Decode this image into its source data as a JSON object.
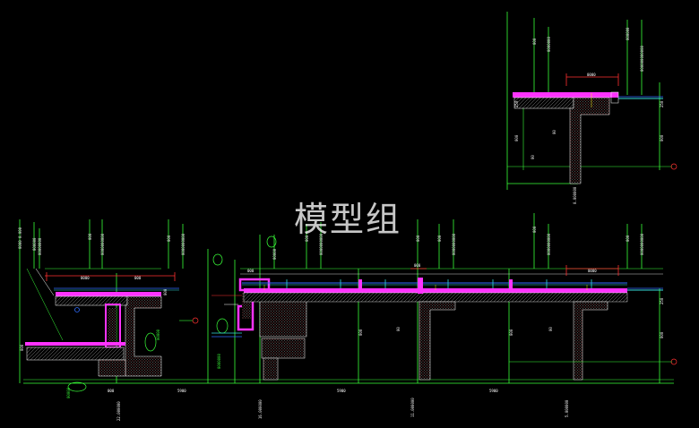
{
  "watermark": "模型组",
  "dimensions": {
    "d1": "5900",
    "d2": "5900",
    "d3": "5900"
  },
  "colors": {
    "background": "#000000",
    "green": "#39ff39",
    "magenta": "#ff33ff",
    "white": "#ffffff",
    "red": "#ff3030",
    "blue": "#2f6dff",
    "cyan": "#33dddd",
    "yellow": "#e8e800"
  }
}
